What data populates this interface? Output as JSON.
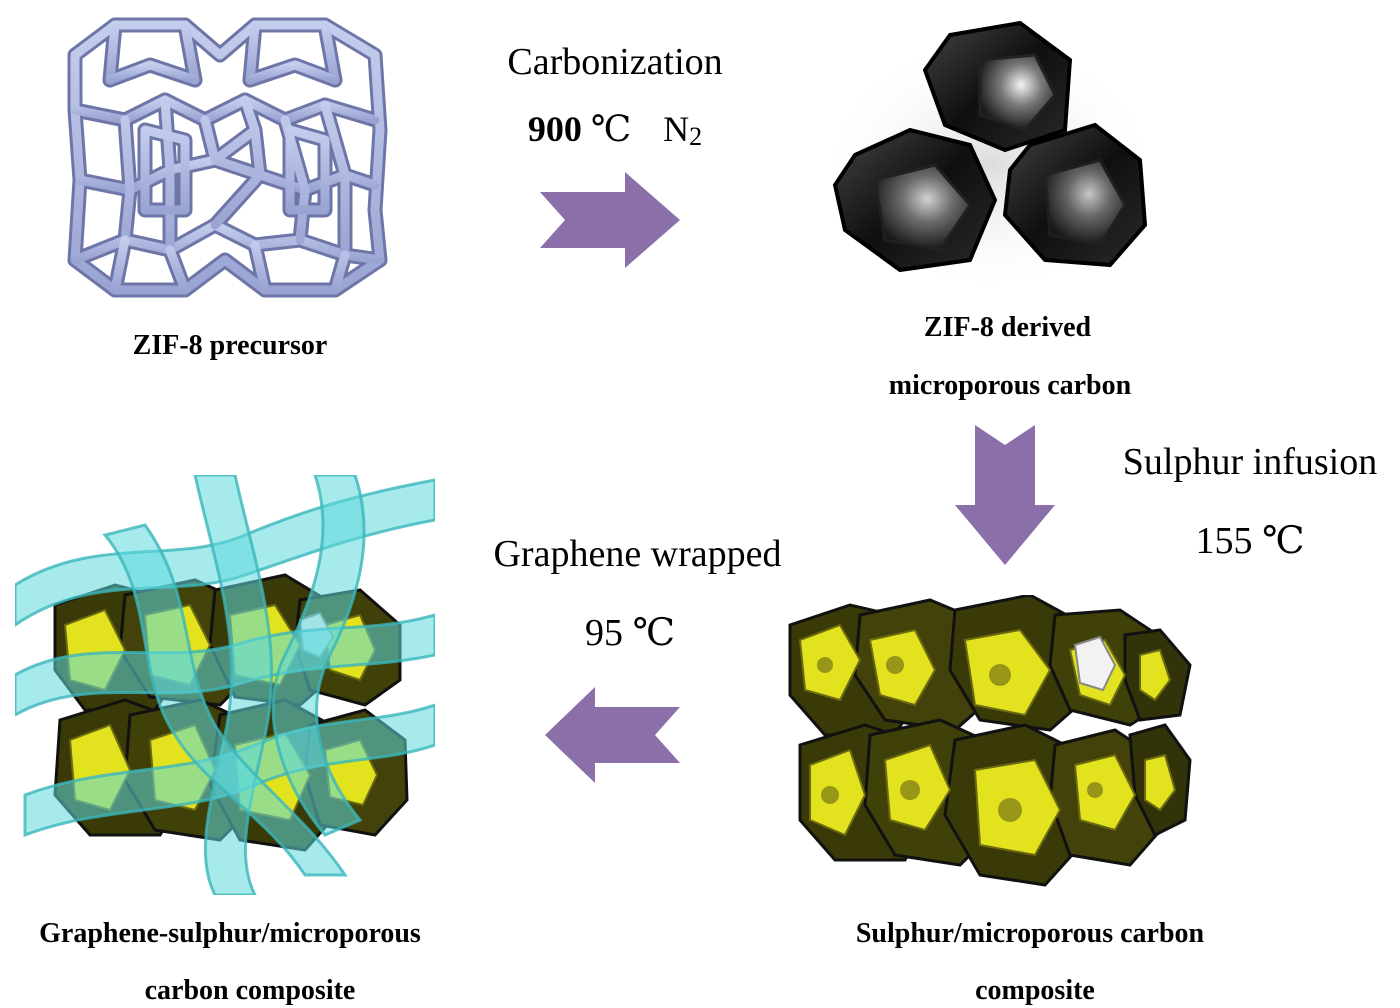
{
  "stages": {
    "precursor": {
      "label": "ZIF-8 precursor"
    },
    "derived": {
      "line1": "ZIF-8 derived",
      "line2": "microporous carbon"
    },
    "sulphur_composite": {
      "line1": "Sulphur/microporous carbon",
      "line2": "composite"
    },
    "graphene_composite": {
      "line1": "Graphene-sulphur/microporous",
      "line2": "carbon composite"
    }
  },
  "steps": {
    "carbonization": {
      "name": "Carbonization",
      "temp_value": "900",
      "temp_unit": "℃",
      "gas": "N",
      "gas_sub": "2"
    },
    "sulphur_infusion": {
      "name": "Sulphur infusion",
      "temp": "155 ℃"
    },
    "graphene_wrap": {
      "name": "Graphene  wrapped",
      "temp": "95 ℃"
    }
  },
  "colors": {
    "arrow": "#8a6fa8",
    "framework": "#aab4dc",
    "framework_edge": "#6e76a8",
    "carbon": "#1a1a1a",
    "sulphur": "#e3e21f",
    "sulphur_dark": "#3a3a08",
    "graphene": "#5fd9dc"
  },
  "icons": {
    "arrow_right": "arrow-right-icon",
    "arrow_down": "arrow-down-icon",
    "arrow_left": "arrow-left-icon"
  }
}
